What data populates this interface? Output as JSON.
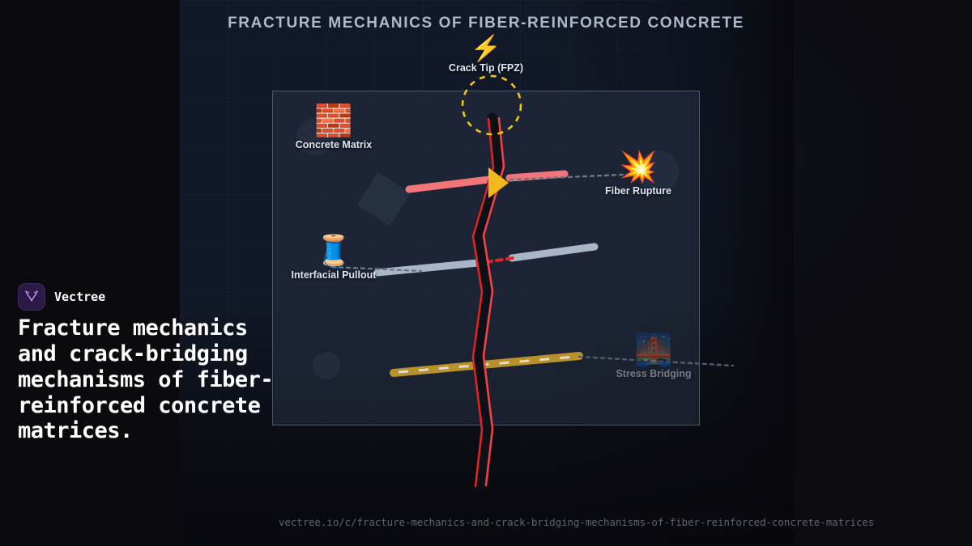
{
  "diagram": {
    "title": "FRACTURE MECHANICS OF FIBER-REINFORCED CONCRETE",
    "crack_tip": {
      "glyph": "⚡",
      "glyph_name": "high-voltage-lightning-emoji",
      "label": "Crack Tip (FPZ)"
    },
    "markers": [
      {
        "id": "concrete-matrix",
        "glyph": "🧱",
        "glyph_name": "brick-emoji",
        "label": "Concrete Matrix"
      },
      {
        "id": "fiber-rupture",
        "glyph": "💥",
        "glyph_name": "collision-explosion-emoji",
        "label": "Fiber Rupture"
      },
      {
        "id": "interfacial-pullout",
        "glyph": "🧵",
        "glyph_name": "thread-spool-emoji",
        "label": "Interfacial Pullout"
      },
      {
        "id": "stress-bridging",
        "glyph": "🌉",
        "glyph_name": "bridge-at-night-emoji",
        "label": "Stress Bridging"
      }
    ],
    "colors": {
      "crack": "#e02424",
      "crack_core": "#0d1117",
      "fpz_circle": "#f5c518",
      "arrow_marker": "#f5b81c",
      "ruptured_fiber": "#f2757a",
      "pullout_fiber": "#aab6c8",
      "bridging_fiber": "#b8912a",
      "panel_border": "#94a3b8",
      "title_text": "#aeb9cb",
      "aggregate": "#2a3446"
    }
  },
  "sidebar": {
    "brand_name": "Vectree",
    "logo_name": "vectree-logo-icon",
    "headline": "Fracture mechanics and crack-bridging mechanisms of fiber-reinforced concrete matrices."
  },
  "footer": {
    "url": "vectree.io/c/fracture-mechanics-and-crack-bridging-mechanisms-of-fiber-reinforced-concrete-matrices"
  }
}
